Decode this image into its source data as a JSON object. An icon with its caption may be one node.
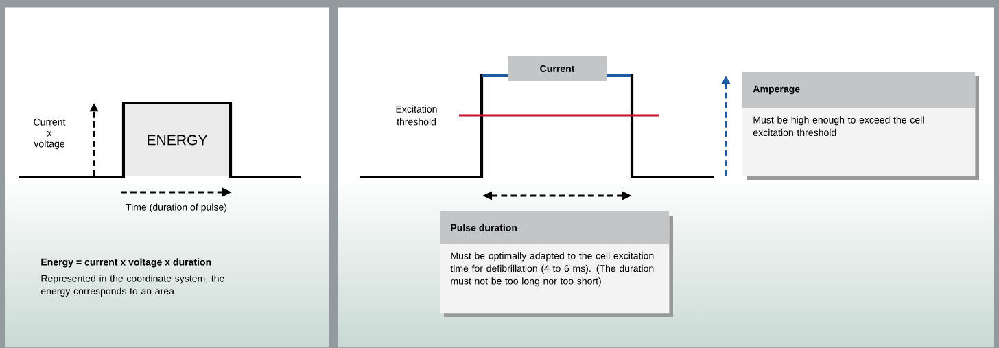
{
  "diagram": {
    "nodes": [
      {
        "text": [
          "ENERGY"
        ]
      },
      {
        "text": [
          "Current"
        ]
      },
      {
        "text": [
          "Amperage",
          "Must be high enough to exceed the cell excitation threshold"
        ]
      },
      {
        "text": [
          "Pulse duration",
          "Must be optimally adapted to the cell excitation time for defibrillation (4 to 6 ms).  (The duration must not be too long nor too short)"
        ]
      }
    ],
    "labels": [
      "Current x voltage",
      "Time (duration of pulse)",
      "Energy = current x voltage x duration",
      "Represented in the coordinate system, the energy corresponds to an area",
      "Excitation threshold"
    ]
  }
}
